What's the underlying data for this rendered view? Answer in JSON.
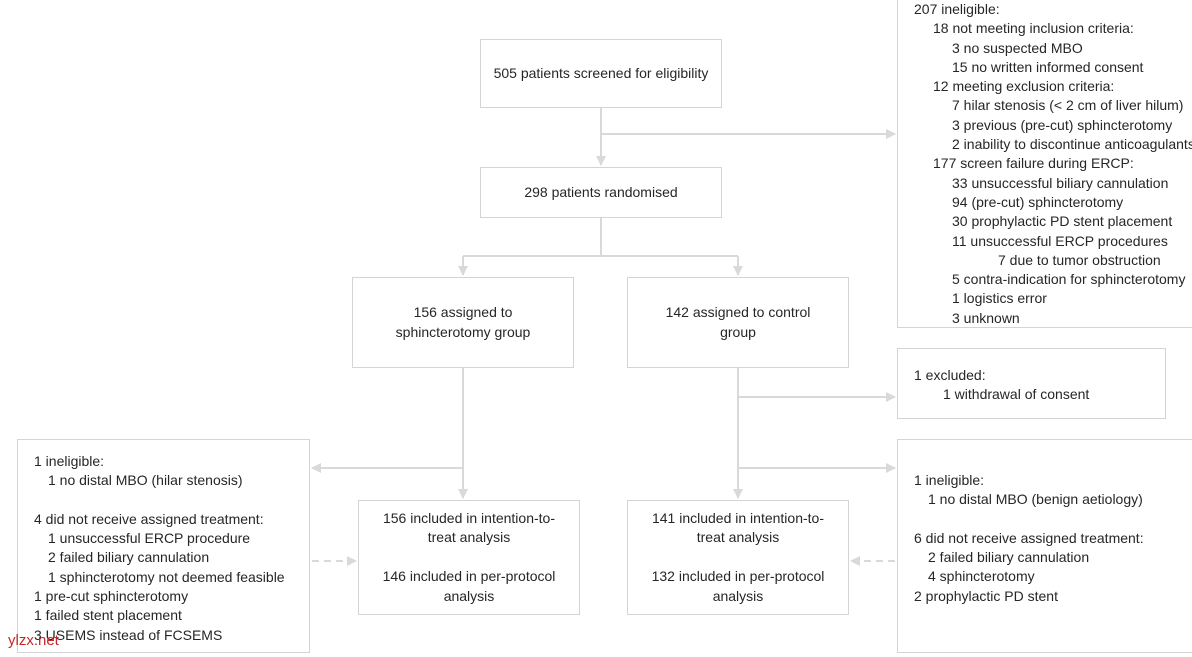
{
  "screened": "505 patients screened for eligibility",
  "randomised": "298 patients randomised",
  "arm_a": {
    "line1": "156 assigned to",
    "line2": "sphincterotomy group"
  },
  "arm_b": {
    "line1": "142 assigned to control",
    "line2": "group"
  },
  "ineligible_top": {
    "lines": [
      "207 ineligible:",
      "18 not meeting inclusion criteria:",
      "3 no suspected MBO",
      "15 no written informed consent",
      "12 meeting exclusion criteria:",
      "7 hilar stenosis (< 2 cm of liver hilum)",
      "3 previous (pre-cut) sphincterotomy",
      "2 inability to discontinue anticoagulants",
      "177 screen failure during ERCP:",
      "33 unsuccessful biliary cannulation",
      "94 (pre-cut) sphincterotomy",
      "30 prophylactic PD stent placement",
      "11 unsuccessful ERCP procedures",
      "7 due to tumor obstruction",
      "5 contra-indication for sphincterotomy",
      "1 logistics error",
      "3 unknown"
    ]
  },
  "excluded": {
    "title": "1 excluded:",
    "item": "1 withdrawal of consent"
  },
  "left_notes": {
    "lines": [
      "1 ineligible:",
      "1 no distal MBO (hilar stenosis)",
      "4 did not receive assigned treatment:",
      "1 unsuccessful ERCP procedure",
      "2 failed biliary cannulation",
      "1 sphincterotomy not deemed feasible",
      "1 pre-cut sphincterotomy",
      "1 failed stent placement",
      "3 USEMS instead of FCSEMS"
    ]
  },
  "right_notes": {
    "lines": [
      "1 ineligible:",
      "1 no distal MBO (benign aetiology)",
      "6 did not receive assigned treatment:",
      "2 failed biliary cannulation",
      "4 sphincterotomy",
      "2 prophylactic PD stent"
    ]
  },
  "analysis_a": {
    "itt1": "156 included in intention-to-",
    "itt2": "treat analysis",
    "pp1": "146 included in per-protocol",
    "pp2": "analysis"
  },
  "analysis_b": {
    "itt1": "141 included in intention-to-",
    "itt2": "treat analysis",
    "pp1": "132 included in per-protocol",
    "pp2": "analysis"
  },
  "watermark": "ylzx.net",
  "colors": {
    "line": "#d9d9d9",
    "border": "#d4d4d4",
    "text": "#262626",
    "watermark": "#c62828"
  }
}
